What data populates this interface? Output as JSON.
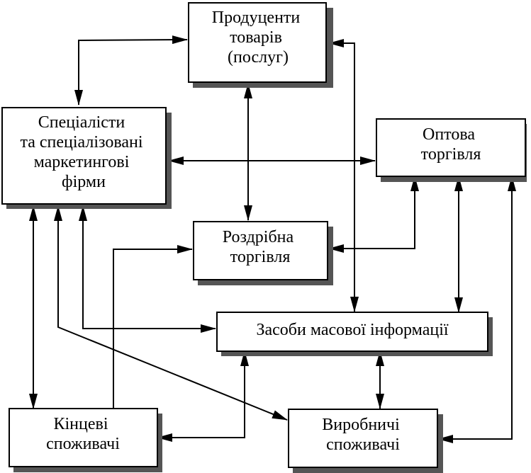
{
  "nodes": {
    "producers": {
      "lines": [
        "Продуценти",
        "товарів",
        "(послуг)"
      ]
    },
    "specialists": {
      "lines": [
        "Спеціалісти",
        "та спеціалізовані",
        "маркетингові",
        "фірми"
      ]
    },
    "wholesale": {
      "lines": [
        "Оптова",
        "торгівля"
      ]
    },
    "retail": {
      "lines": [
        "Роздрібна",
        "торгівля"
      ]
    },
    "mass_media": {
      "lines": [
        "Засоби масової інформації"
      ]
    },
    "end_consumers": {
      "lines": [
        "Кінцеві",
        "споживачі"
      ]
    },
    "industrial_consumers": {
      "lines": [
        "Виробничі",
        "споживачі"
      ]
    }
  },
  "edges": [
    {
      "from": "producers",
      "to": "specialists",
      "direction": "both"
    },
    {
      "from": "producers",
      "to": "retail",
      "direction": "both"
    },
    {
      "from": "producers",
      "to": "mass_media",
      "direction": "both"
    },
    {
      "from": "specialists",
      "to": "wholesale",
      "direction": "both"
    },
    {
      "from": "wholesale",
      "to": "retail",
      "direction": "both"
    },
    {
      "from": "wholesale",
      "to": "mass_media",
      "direction": "both"
    },
    {
      "from": "wholesale",
      "to": "industrial_consumers",
      "direction": "both"
    },
    {
      "from": "specialists",
      "to": "end_consumers",
      "direction": "both"
    },
    {
      "from": "specialists",
      "to": "mass_media",
      "direction": "both"
    },
    {
      "from": "specialists",
      "to": "industrial_consumers",
      "direction": "both"
    },
    {
      "from": "end_consumers",
      "to": "retail",
      "direction": "forward"
    },
    {
      "from": "mass_media",
      "to": "end_consumers",
      "direction": "both"
    },
    {
      "from": "mass_media",
      "to": "industrial_consumers",
      "direction": "both"
    }
  ]
}
